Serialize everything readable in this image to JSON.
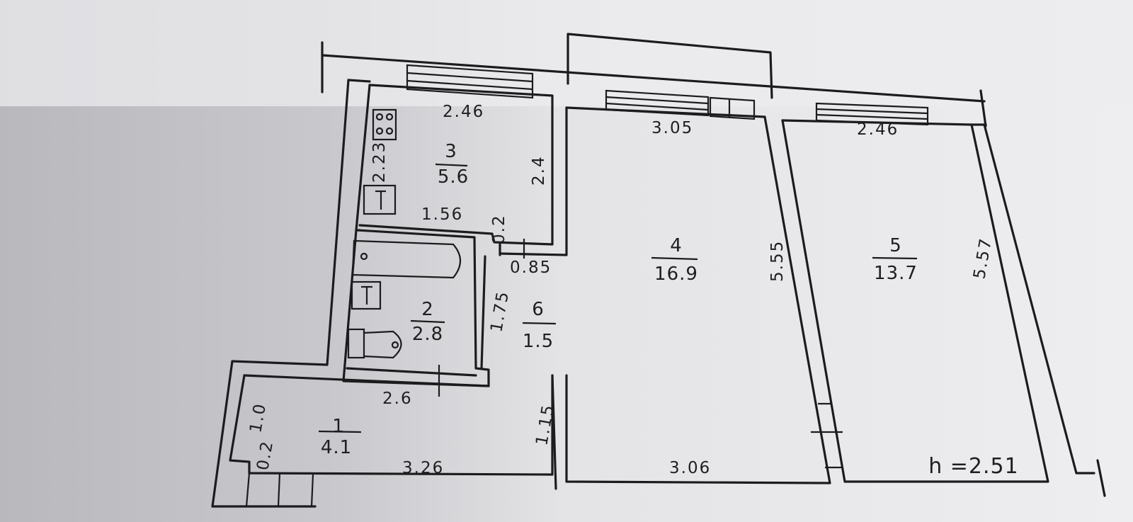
{
  "rooms": [
    {
      "number": "1",
      "area": "4.1"
    },
    {
      "number": "2",
      "area": "2.8"
    },
    {
      "number": "3",
      "area": "5.6"
    },
    {
      "number": "4",
      "area": "16.9"
    },
    {
      "number": "5",
      "area": "13.7"
    },
    {
      "number": "6",
      "area": "1.5"
    }
  ],
  "dimensions": {
    "kitchen_top": "2.46",
    "kitchen_left": "2.23",
    "kitchen_right": "2.4",
    "kitchen_bottom": "1.56",
    "kitchen_wall_offset": "0.2",
    "corridor_width": "0.85",
    "room4_top": "3.05",
    "room4_side": "5.55",
    "room4_bottom": "3.06",
    "room5_top": "2.46",
    "room5_side": "5.57",
    "bath_side": "1.75",
    "bath_bottom": "2.6",
    "hall_left": "1.0",
    "hall_offset": "0.2",
    "hall_bottom": "3.26",
    "hall_right": "1.15"
  },
  "ceiling_height": "h =2.51"
}
